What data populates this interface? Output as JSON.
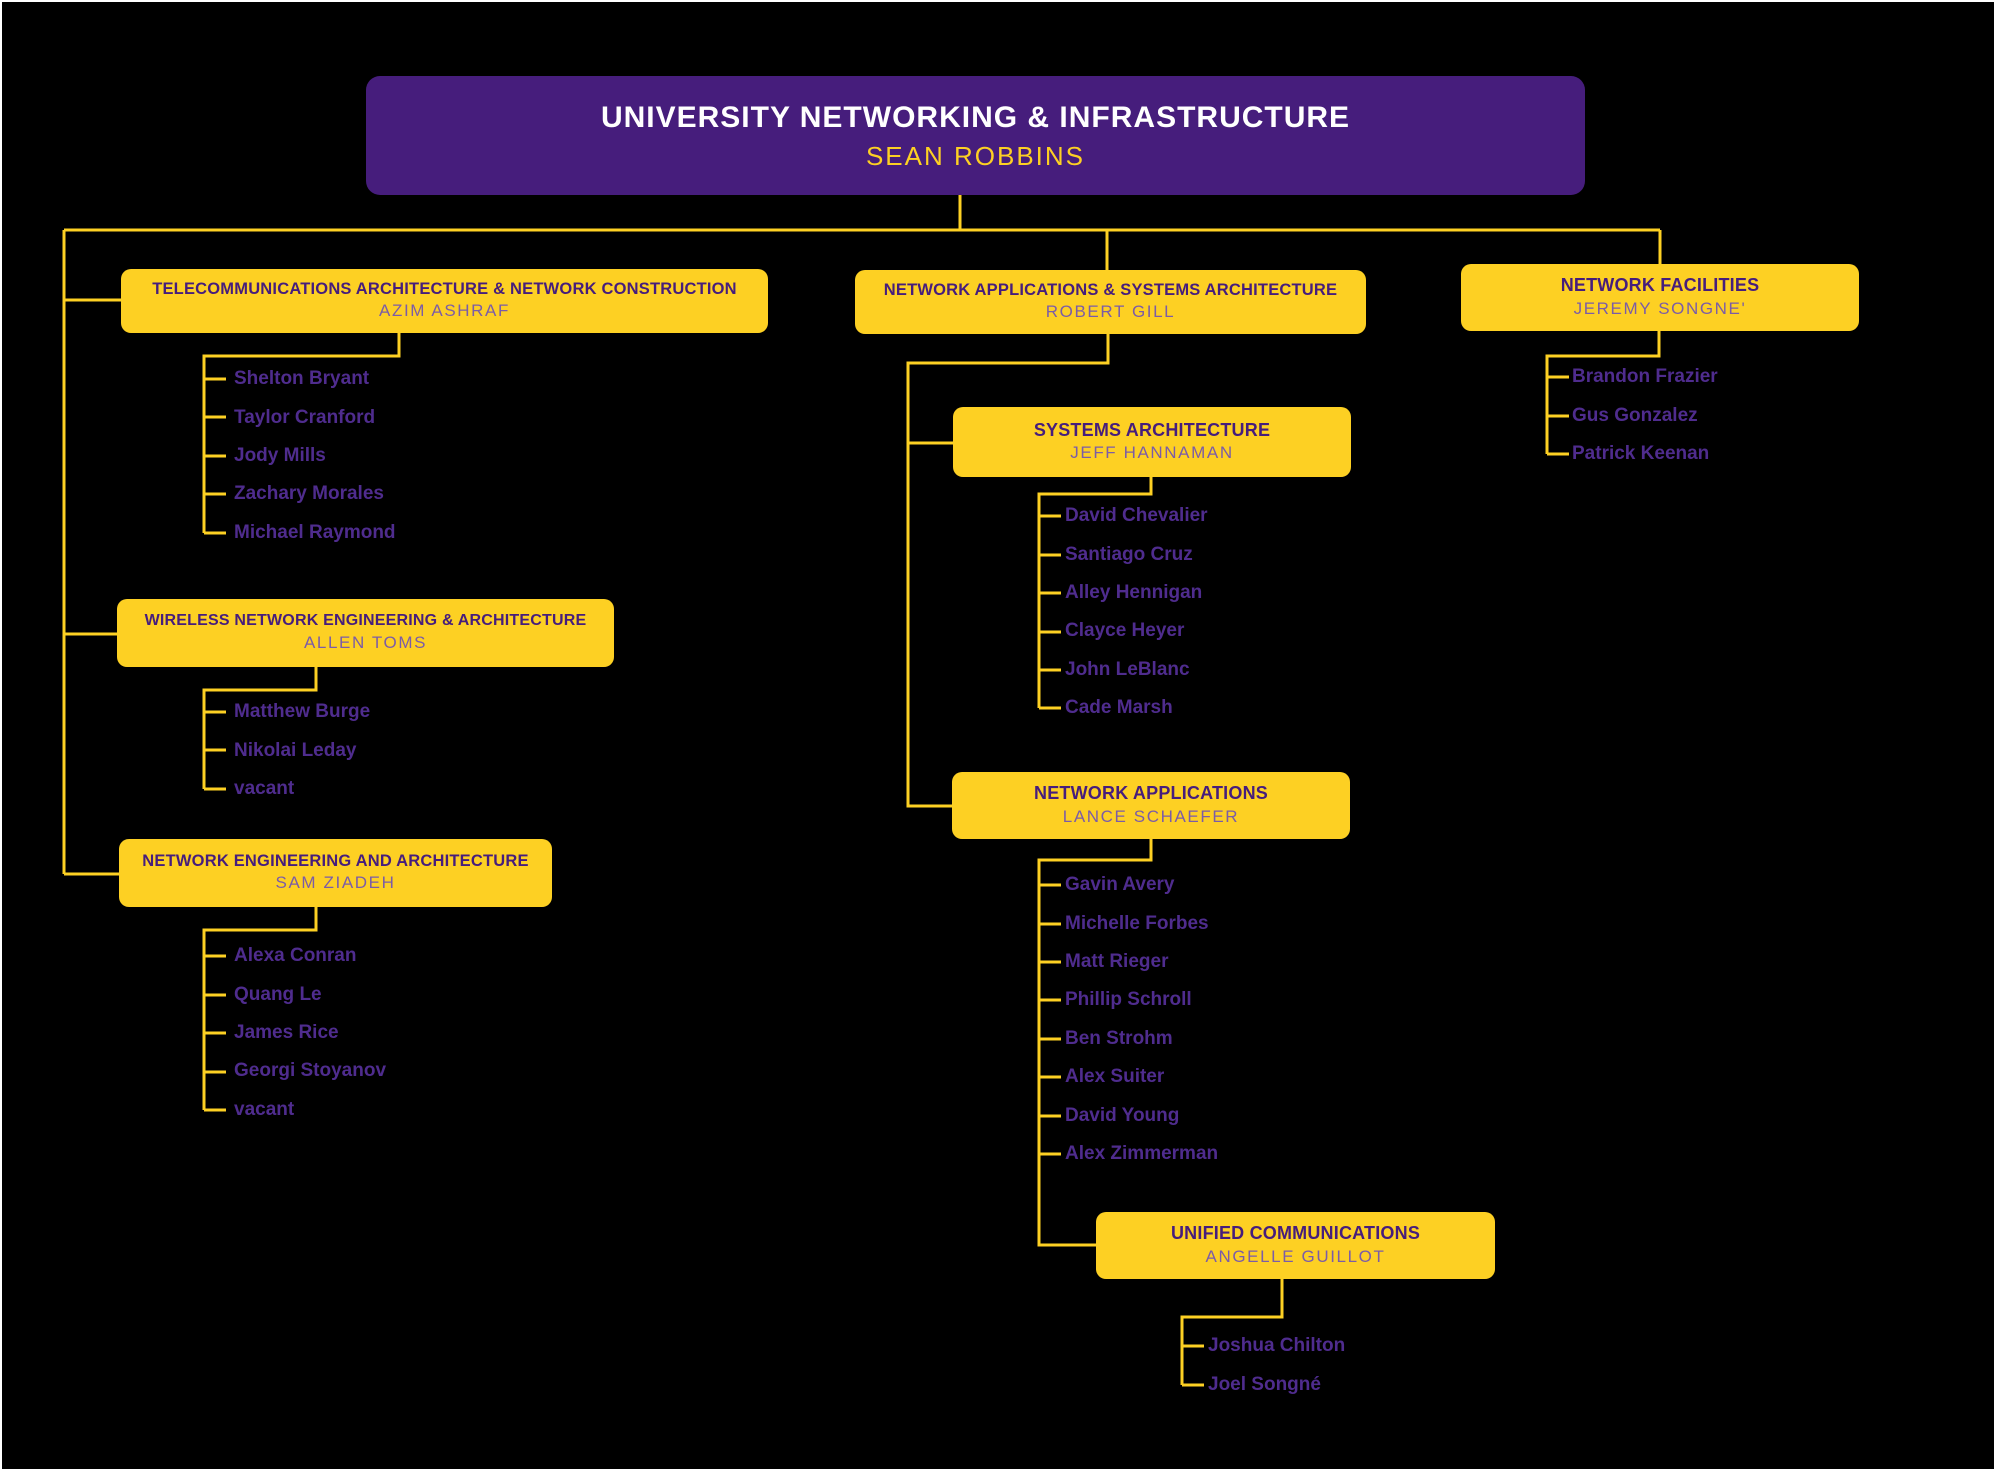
{
  "root": {
    "title": "UNIVERSITY NETWORKING & INFRASTRUCTURE",
    "manager": "SEAN ROBBINS"
  },
  "units": {
    "telecom": {
      "title": "TELECOMMUNICATIONS ARCHITECTURE & NETWORK CONSTRUCTION",
      "manager": "AZIM ASHRAF",
      "members": [
        "Shelton Bryant",
        "Taylor Cranford",
        "Jody Mills",
        "Zachary Morales",
        "Michael Raymond"
      ]
    },
    "wireless": {
      "title": "WIRELESS NETWORK ENGINEERING & ARCHITECTURE",
      "manager": "ALLEN TOMS",
      "members": [
        "Matthew Burge",
        "Nikolai Leday",
        "vacant"
      ]
    },
    "neteng": {
      "title": "NETWORK ENGINEERING AND ARCHITECTURE",
      "manager": "SAM ZIADEH",
      "members": [
        "Alexa Conran",
        "Quang Le",
        "James Rice",
        "Georgi Stoyanov",
        "vacant"
      ]
    },
    "appsys": {
      "title": "NETWORK APPLICATIONS & SYSTEMS ARCHITECTURE",
      "manager": "ROBERT GILL"
    },
    "sysarch": {
      "title": "SYSTEMS ARCHITECTURE",
      "manager": "JEFF HANNAMAN",
      "members": [
        "David Chevalier",
        "Santiago Cruz",
        "Alley Hennigan",
        "Clayce Heyer",
        "John LeBlanc",
        "Cade Marsh"
      ]
    },
    "netapps": {
      "title": "NETWORK APPLICATIONS",
      "manager": "LANCE SCHAEFER",
      "members": [
        "Gavin Avery",
        "Michelle Forbes",
        "Matt Rieger",
        "Phillip Schroll",
        "Ben Strohm",
        "Alex Suiter",
        "David Young",
        "Alex Zimmerman"
      ]
    },
    "unified": {
      "title": "UNIFIED COMMUNICATIONS",
      "manager": "ANGELLE GUILLOT",
      "members": [
        "Joshua Chilton",
        "Joel Songné"
      ]
    },
    "facilities": {
      "title": "NETWORK FACILITIES",
      "manager": "JEREMY SONGNE'",
      "members": [
        "Brandon Frazier",
        "Gus Gonzalez",
        "Patrick Keenan"
      ]
    }
  },
  "colors": {
    "background": "#000000",
    "accent_gold": "#FDD023",
    "accent_purple": "#461D7C",
    "box_title_text": "#461D7C",
    "box_manager_text": "#7B5CA8",
    "member_name_text": "#4F2C8E",
    "root_title_text": "#FFFFFF",
    "canvas_border": "#FFFFFF"
  }
}
